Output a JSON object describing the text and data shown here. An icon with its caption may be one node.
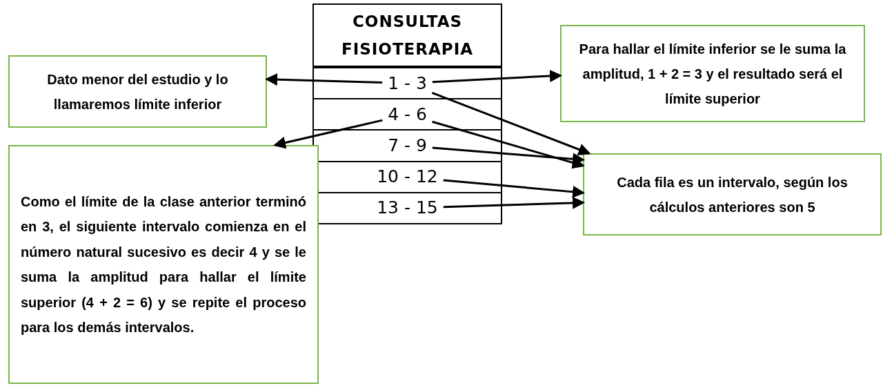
{
  "diagram": {
    "nodes": [
      {
        "text": [
          "CONSULTAS FISIOTERAPIA"
        ]
      },
      {
        "text": [
          "1 - 3"
        ],
        "in": 0
      },
      {
        "text": [
          "4 - 6"
        ],
        "in": 0
      },
      {
        "text": [
          "7 - 9"
        ],
        "in": 0
      },
      {
        "text": [
          "10 - 12"
        ],
        "in": 0
      },
      {
        "text": [
          "13 - 15"
        ],
        "in": 0
      },
      {
        "text": [
          "Dato menor del estudio y lo llamaremos límite inferior"
        ]
      },
      {
        "text": [
          "Para hallar el límite inferior se le suma la amplitud, 1 + 2 = 3 y el resultado será el límite superior"
        ]
      },
      {
        "text": [
          "Como el límite de la clase anterior terminó en 3, el siguiente intervalo comienza en el número natural sucesivo es decir 4 y se le suma la amplitud para hallar el límite superior (4 + 2 = 6) y se repite el proceso para los demás intervalos."
        ]
      },
      {
        "text": [
          "Cada fila es un intervalo, según los cálculos anteriores son 5"
        ]
      }
    ],
    "edges": [
      {
        "from": 1,
        "to": 6,
        "arrow": "to"
      },
      {
        "from": 1,
        "to": 7,
        "arrow": "to"
      },
      {
        "from": 1,
        "to": 9,
        "arrow": "to"
      },
      {
        "from": 2,
        "to": 8,
        "arrow": "to"
      },
      {
        "from": 2,
        "to": 9,
        "arrow": "to"
      },
      {
        "from": 3,
        "to": 9,
        "arrow": "to"
      },
      {
        "from": 4,
        "to": 9,
        "arrow": "to"
      },
      {
        "from": 5,
        "to": 9,
        "arrow": "to"
      }
    ]
  }
}
